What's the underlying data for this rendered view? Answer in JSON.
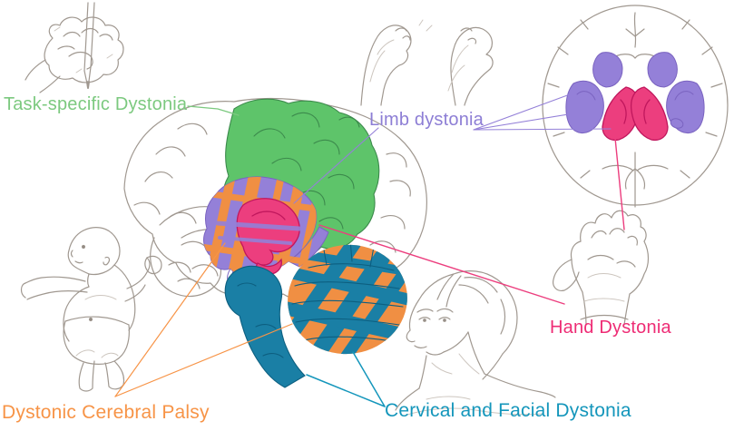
{
  "diagram": {
    "subject": "Types of dystonia mapped to brain regions",
    "labels": {
      "task_specific": {
        "text": "Task-specific Dystonia"
      },
      "limb": {
        "text": "Limb dystonia"
      },
      "hand": {
        "text": "Hand Dystonia"
      },
      "cerebral_palsy": {
        "text": "Dystonic Cerebral Palsy"
      },
      "cervical_facial": {
        "text": "Cervical and Facial Dystonia"
      }
    },
    "illustrations": [
      "writing-hand-with-pencil",
      "dystonic-feet",
      "axial-brain-section",
      "dystonic-clawed-hand",
      "baby",
      "tilted-head-woman",
      "sagittal-brain-with-highlighted-regions"
    ]
  },
  "colors": {
    "background": "#ffffff",
    "green": "#5ec46a",
    "green_label": "#7cc97f",
    "green_dark": "#3c8a4c",
    "purple": "#9480d8",
    "purple_dark": "#7a63c0",
    "purple_label": "#8d7ed5",
    "pink": "#ec3e7e",
    "pink_dark": "#c0175d",
    "pink_label": "#ee2c75",
    "orange": "#f08f43",
    "orange_label": "#f79447",
    "teal": "#1a7fa5",
    "teal_dark": "#0d5f80",
    "teal_label": "#1496bb",
    "sketch": "#a09890",
    "sketch_light": "#cdc6bf"
  }
}
